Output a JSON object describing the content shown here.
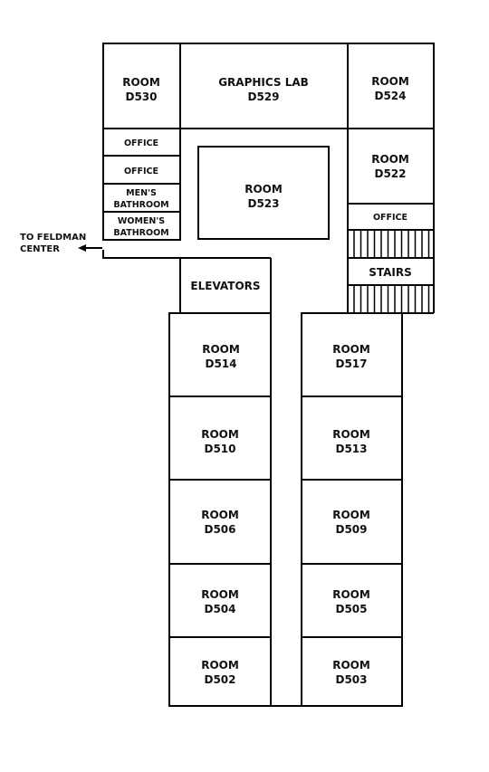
{
  "rooms": {
    "d530": {
      "line1": "ROOM",
      "line2": "D530"
    },
    "d529": {
      "line1": "GRAPHICS LAB",
      "line2": "D529"
    },
    "d524": {
      "line1": "ROOM",
      "line2": "D524"
    },
    "d522": {
      "line1": "ROOM",
      "line2": "D522"
    },
    "d523": {
      "line1": "ROOM",
      "line2": "D523"
    },
    "d514": {
      "line1": "ROOM",
      "line2": "D514"
    },
    "d517": {
      "line1": "ROOM",
      "line2": "D517"
    },
    "d510": {
      "line1": "ROOM",
      "line2": "D510"
    },
    "d513": {
      "line1": "ROOM",
      "line2": "D513"
    },
    "d506": {
      "line1": "ROOM",
      "line2": "D506"
    },
    "d509": {
      "line1": "ROOM",
      "line2": "D509"
    },
    "d504": {
      "line1": "ROOM",
      "line2": "D504"
    },
    "d505": {
      "line1": "ROOM",
      "line2": "D505"
    },
    "d502": {
      "line1": "ROOM",
      "line2": "D502"
    },
    "d503": {
      "line1": "ROOM",
      "line2": "D503"
    }
  },
  "office1": "OFFICE",
  "office2": "OFFICE",
  "office3": "OFFICE",
  "mens": {
    "line1": "MEN'S",
    "line2": "BATHROOM"
  },
  "womens": {
    "line1": "WOMEN'S",
    "line2": "BATHROOM"
  },
  "elevators": "ELEVATORS",
  "stairs": "STAIRS",
  "exit": {
    "line1": "TO FELDMAN",
    "line2": "CENTER"
  }
}
